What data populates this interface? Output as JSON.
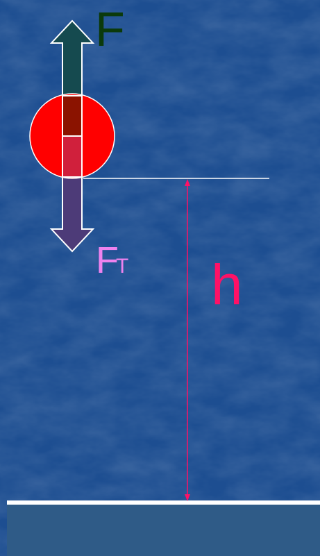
{
  "labels": {
    "force": "F",
    "gravity_main": "F",
    "gravity_sub": "T",
    "height": "h"
  },
  "colors": {
    "background": "#1d4e91",
    "ball": "#ff0000",
    "force_arrow": "#154a4f",
    "gravity_arrow": "#4d3b78",
    "force_label": "#0b3a0b",
    "gravity_label": "#ee82ee",
    "height_label": "#ff1166",
    "height_line": "#ff1166",
    "reference_line": "#ffffff",
    "ground_surface": "#ffffff",
    "ground_fill": "#2f5b87"
  }
}
